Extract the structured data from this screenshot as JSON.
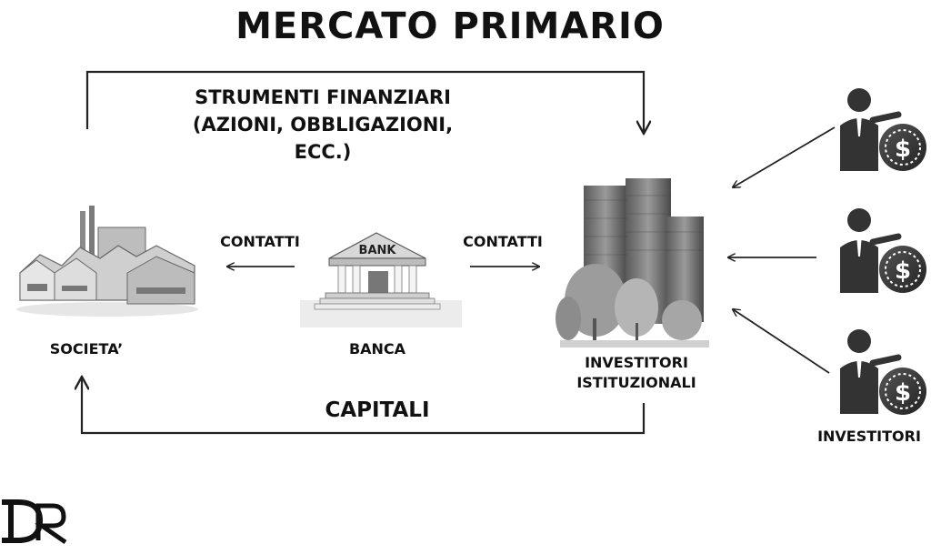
{
  "title": "MERCATO PRIMARIO",
  "flows": {
    "strumenti_line1": "STRUMENTI FINANZIARI",
    "strumenti_line2": "(AZIONI, OBBLIGAZIONI, ECC.)",
    "capitali": "CAPITALI",
    "contatti_left": "CONTATTI",
    "contatti_right": "CONTATTI"
  },
  "nodes": {
    "societa": "SOCIETA’",
    "banca": "BANCA",
    "bank_sign": "BANK",
    "investitori_istituzionali_line1": "INVESTITORI",
    "investitori_istituzionali_line2": "ISTITUZIONALI",
    "investitori": "INVESTITORI"
  },
  "logo": "DR",
  "colors": {
    "line": "#222222",
    "icon_dark": "#333333",
    "icon_mid": "#8a8a8a",
    "icon_light": "#d6d6d6"
  }
}
